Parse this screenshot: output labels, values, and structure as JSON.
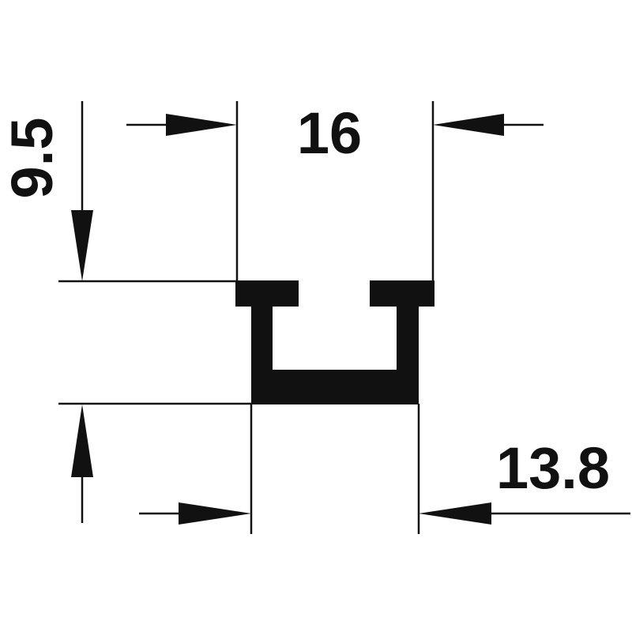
{
  "dimensions": {
    "total_width": "16",
    "height": "9.5",
    "base_width": "13.8"
  },
  "colors": {
    "ink": "#111111",
    "background": "#ffffff"
  }
}
